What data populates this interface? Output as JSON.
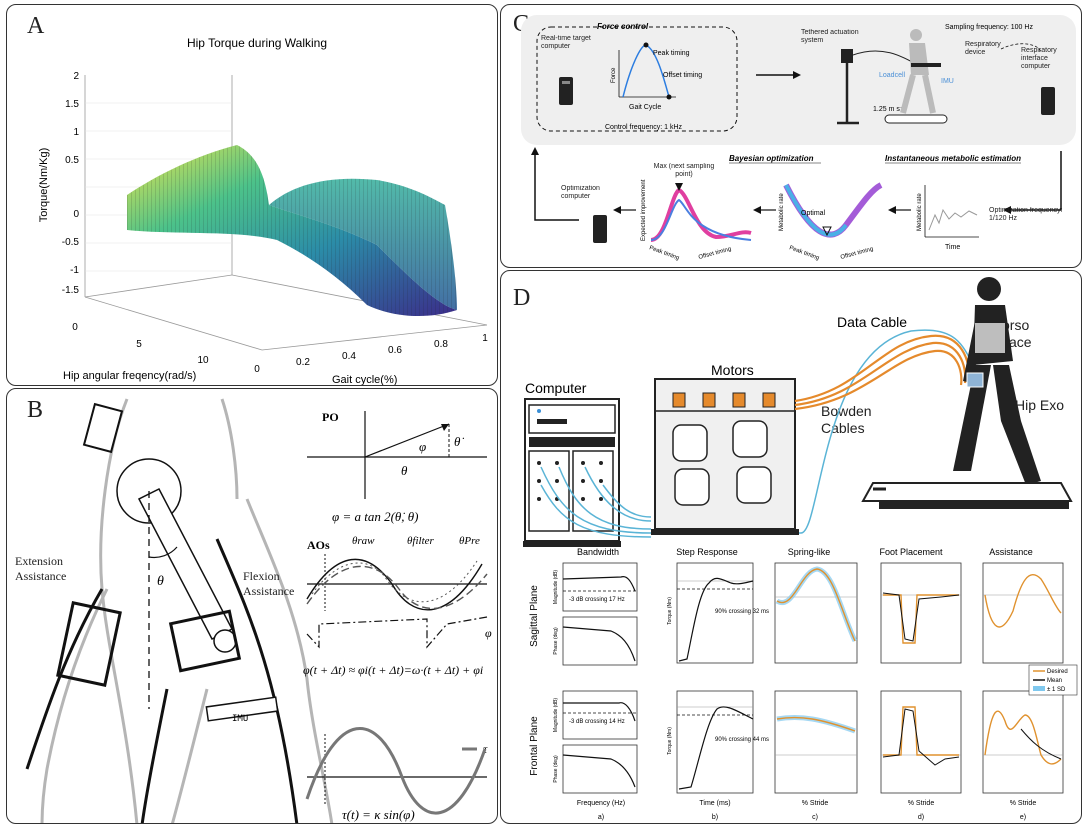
{
  "panel_a": {
    "letter": "A",
    "title": "Hip Torque during Walking",
    "zlabel": "Torque(Nm/Kg)",
    "xlabel": "Hip angular freqency(rad/s)",
    "ylabel": "Gait cycle(%)",
    "z_ticks": [
      "2",
      "1.5",
      "1",
      "0.5",
      "0",
      "-0.5",
      "-1",
      "-1.5"
    ],
    "x_ticks": [
      "0",
      "5",
      "10"
    ],
    "y_ticks": [
      "0",
      "0.2",
      "0.4",
      "0.6",
      "0.8",
      "1"
    ]
  },
  "panel_b": {
    "letter": "B",
    "po_label": "PO",
    "phi_label": "φ",
    "theta_dot_label": "θ̇",
    "theta_axis_label": "θ",
    "eq_phi": "φ = a tan 2(θ̇, θ)",
    "aos_label": "AOs",
    "legend_raw": "θraw",
    "legend_filter": "θfilter",
    "legend_pre": "θPre",
    "extension_label": "Extension Assistance",
    "flexion_label": "Flexion Assistance",
    "theta_leg_label": "θ",
    "phi_legend": "φ",
    "eq_phase": "φ(t + Δt) ≈ φi(t + Δt)=ω·(t + Δt) + φi",
    "imu_label": "IMU",
    "tau_legend": "τ",
    "eq_tau": "τ(t) = κ sin(φ)"
  },
  "panel_c": {
    "letter": "C",
    "force_control": "Force control",
    "rt_computer": "Real-time target computer",
    "peak_timing": "Peak timing",
    "offset_timing": "Offset timing",
    "force_axis": "Force",
    "gait_cycle": "Gait Cycle",
    "control_freq": "Control frequency: 1 kHz",
    "tethered": "Tethered actuation system",
    "loadcell": "Loadcell",
    "imu": "IMU",
    "speed": "1.25 m s⁻¹",
    "sampling_freq": "Sampling frequency: 100 Hz",
    "respiratory_device": "Respiratory device",
    "respiratory_computer": "Respiratory interface computer",
    "bayesian": "Bayesian optimization",
    "instantaneous": "Instantaneous metabolic estimation",
    "max_label": "Max (next sampling point)",
    "expected_improvement": "Expected improvement",
    "peak_timing_axis": "Peak timing",
    "offset_timing_axis": "Offset timing",
    "optimal": "Optimal",
    "metabolic_rate": "Metabolic rate",
    "time": "Time",
    "optimization_computer": "Optimization computer",
    "optimization_freq": "Optimization frequency: 1/120 Hz"
  },
  "panel_d": {
    "letter": "D",
    "computer": "Computer",
    "motors": "Motors",
    "data_cable": "Data Cable",
    "bowden": "Bowden Cables",
    "torso_brace": "Torso Brace",
    "hip_exo": "Hip Exo",
    "columns": [
      "Bandwidth",
      "Step Response",
      "Spring-like",
      "Foot Placement",
      "Assistance"
    ],
    "rows": [
      "Sagittal Plane",
      "Frontal Plane"
    ],
    "bw_sag_note": "-3 dB crossing 17 Hz",
    "bw_fro_note": "-3 dB crossing 14 Hz",
    "step_sag_note": "90% crossing 32 ms",
    "step_fro_note": "90% crossing 44 ms",
    "mag_label": "Magnitude (dB)",
    "phase_label": "Phase (deg)",
    "torque_label": "Torque (Nm)",
    "xlabels": [
      "Frequency (Hz)",
      "Time (ms)",
      "% Stride",
      "% Stride",
      "% Stride"
    ],
    "sublabels": [
      "a)",
      "b)",
      "c)",
      "d)",
      "e)"
    ],
    "legend": [
      "Desired",
      "Mean",
      "± 1 SD"
    ],
    "colors": {
      "desired": "#e0922f",
      "mean": "#111111",
      "sd": "#7fc8ee",
      "cable_blue": "#5ab4d6",
      "cable_orange": "#e58a2c"
    }
  }
}
